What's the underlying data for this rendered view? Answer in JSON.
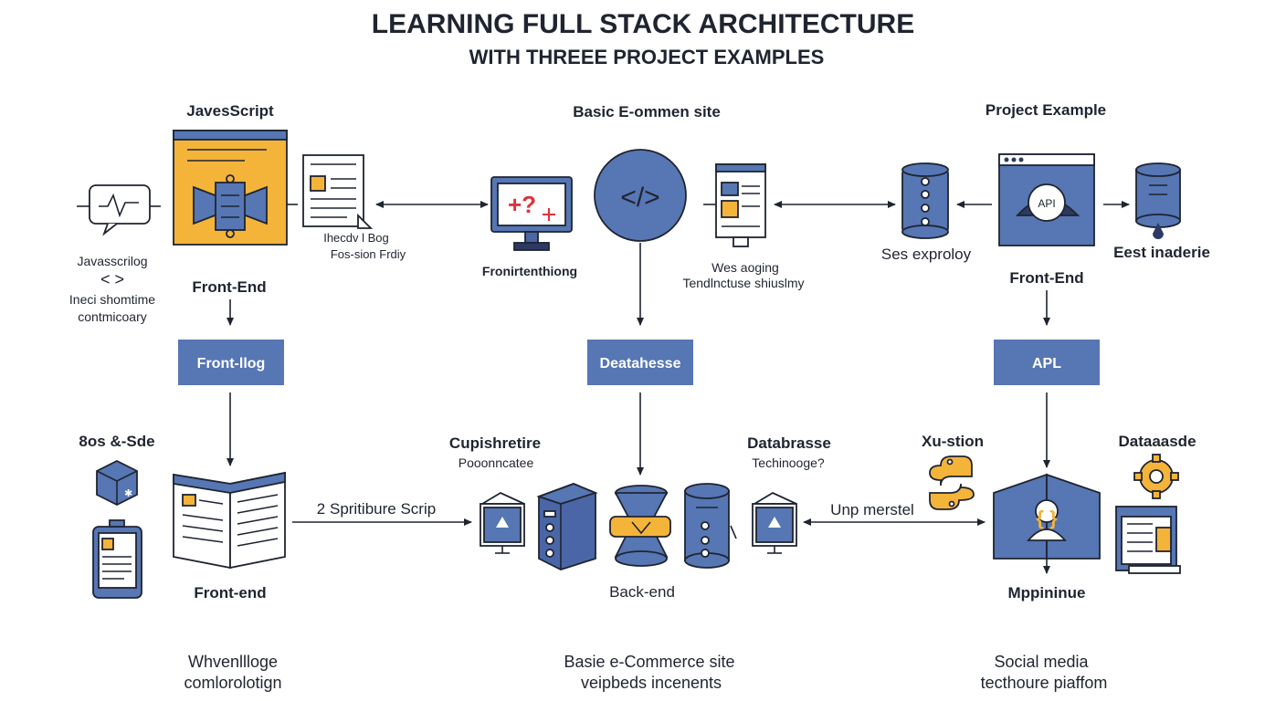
{
  "title": "LEARNING FULL STACK ARCHITECTURE",
  "subtitle": "WITH THREEE PROJECT EXAMPLES",
  "columns": {
    "left": {
      "heading": "JavesScript",
      "side_labels": [
        "Javasscrilog",
        "Ineci shomtime",
        "contmicoary"
      ],
      "front_end_label": "Front-End",
      "box_label": "Front-llog",
      "mid_label": "8os &-Sde",
      "book_label": "Front-end",
      "footer": [
        "Whvenllloge",
        "comlorolotign"
      ]
    },
    "middle": {
      "heading": "Basic E-ommen site",
      "doc_label": [
        "Ihecdv l Bog",
        "Fos-sion Frdiy"
      ],
      "monitor_label": "Fronirtenthiong",
      "web_label": [
        "Wes aoging",
        "Tendlnctuse shiuslmy"
      ],
      "box_label": "Deatahesse",
      "cupid_label": "Cupishretire",
      "cupid_sub": "Pooonncatee",
      "db_label": "Databrasse",
      "db_sub": "Techinooge?",
      "script_label": "2 Spritibure Scrip",
      "backend_label": "Back-end",
      "unp_label": "Unp merstel",
      "footer": [
        "Basie e-Commerce site",
        "veipbeds incenents"
      ]
    },
    "right": {
      "heading": "Project Example",
      "ses_label": "Ses exproloy",
      "est_label": "Eest inaderie",
      "front_end_label": "Front-End",
      "api_icon_text": "API",
      "box_label": "APL",
      "xu_label": "Xu-stion",
      "data_label": "Dataaasde",
      "mpp_label": "Mppininue",
      "footer": [
        "Social media",
        "tecthoure piaffom"
      ]
    }
  },
  "icons": {
    "code_circle": "</>",
    "plus_text": "+?",
    "braces_text": "{   }"
  },
  "colors": {
    "primary_blue": "#5676b4",
    "dark_blue": "#2c3a63",
    "accent_yellow": "#f4b43a",
    "accent_red": "#e0323a",
    "ink": "#1f2430"
  }
}
